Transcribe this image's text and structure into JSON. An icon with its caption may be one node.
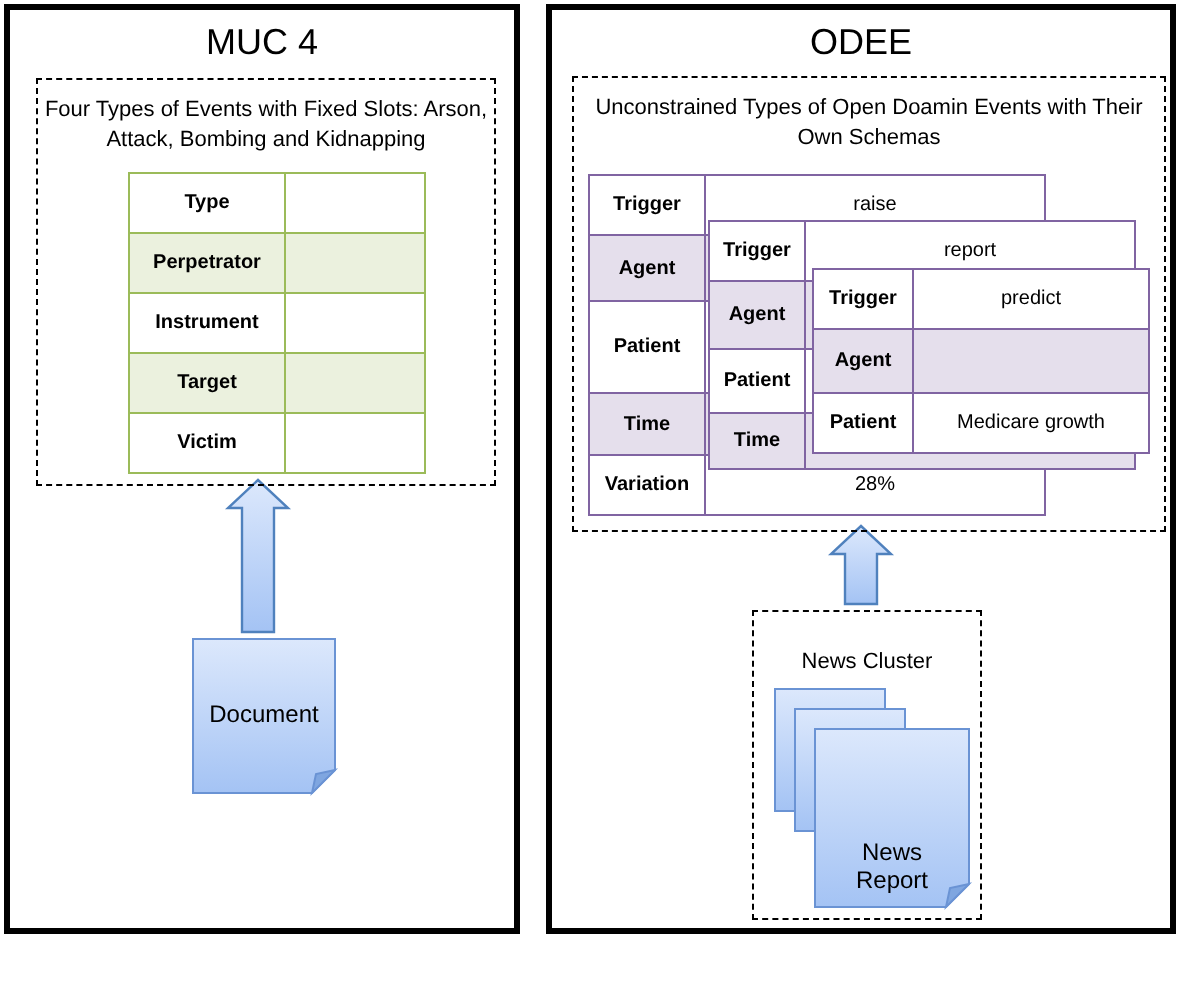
{
  "diagram": {
    "nodes": [
      {
        "text": [
          "MUC 4"
        ]
      },
      {
        "text": [
          "Four Types of Events with Fixed Slots: Arson, Attack, Bombing and Kidnapping"
        ],
        "in": 0
      },
      {
        "text": [
          "Document"
        ],
        "in": 0
      },
      {
        "text": [
          "ODEE"
        ]
      },
      {
        "text": [
          "Unconstrained Types of Open Doamin Events with Their Own Schemas"
        ],
        "in": 3
      },
      {
        "text": [
          "News Cluster"
        ],
        "in": 3
      },
      {
        "text": [],
        "shape": "document",
        "in": 5
      },
      {
        "text": [],
        "shape": "document",
        "in": 5
      },
      {
        "text": [
          "News Report"
        ],
        "in": 5
      }
    ],
    "edges": [
      {
        "from": 2,
        "to": 1,
        "arrow": "to"
      },
      {
        "from": 5,
        "to": 4,
        "arrow": "to"
      }
    ],
    "labels": [
      "Type",
      "Perpetrator",
      "Instrument",
      "Target",
      "Victim",
      "Trigger",
      "raise",
      "Agent",
      "Patient",
      "Time",
      "Variation",
      "28%",
      "Trigger",
      "report",
      "Agent",
      "Patient",
      "Time",
      "Trigger",
      "predict",
      "Agent",
      "Patient",
      "Medicare growth"
    ]
  }
}
